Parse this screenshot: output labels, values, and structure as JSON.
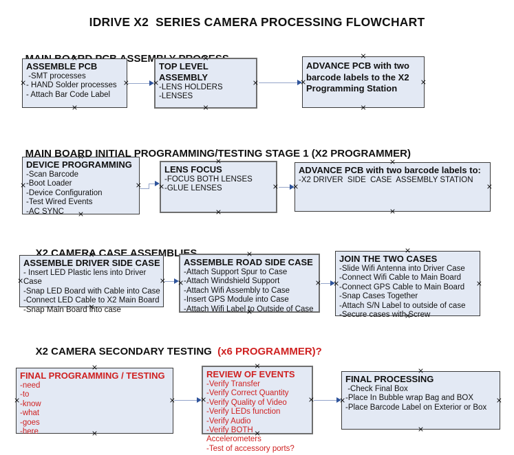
{
  "title": "IDRIVE X2  SERIES CAMERA PROCESSING FLOWCHART",
  "colors": {
    "box_fill": "#e3e9f4",
    "box_border_dark": "#3a3a3a",
    "box_border_gray": "#6e6e6e",
    "red_accent": "#cf2121",
    "arrow_line": "#93a4c9",
    "arrow_head": "#2f549b"
  },
  "sections": [
    {
      "header": "MAIN BOARD PCB ASSEMBLY PROCESS",
      "boxes": [
        {
          "title": "ASSEMBLE PCB",
          "items": [
            " -SMT processes",
            "- HAND Solder processes",
            "- Attach Bar Code Label"
          ]
        },
        {
          "title": "TOP LEVEL ASSEMBLY",
          "items": [
            "-LENS HOLDERS",
            "-LENSES"
          ]
        },
        {
          "title": "ADVANCE PCB with two barcode labels to the X2 Programming Station",
          "items": []
        }
      ]
    },
    {
      "header": "MAIN BOARD INITIAL PROGRAMMING/TESTING STAGE 1 (X2 PROGRAMMER)",
      "boxes": [
        {
          "title": "DEVICE PROGRAMMING",
          "items": [
            "-Scan Barcode",
            "-Boot Loader",
            "-Device Configuration",
            "-Test Wired Events",
            "-AC SYNC"
          ]
        },
        {
          "title": "LENS FOCUS",
          "items": [
            "-FOCUS BOTH LENSES",
            "-GLUE LENSES"
          ]
        },
        {
          "title": "ADVANCE PCB with two barcode labels to:",
          "items": [
            "-X2 DRIVER  SIDE  CASE  ASSEMBLY STATION"
          ]
        }
      ]
    },
    {
      "header": "X2 CAMERA CASE ASSEMBLIES",
      "boxes": [
        {
          "title": "ASSEMBLE DRIVER SIDE CASE",
          "items": [
            "- Insert LED Plastic lens into Driver Case",
            "-Snap LED Board with Cable into Case",
            "-Connect LED Cable to X2 Main Board",
            "-Snap Main Board into case"
          ]
        },
        {
          "title": "ASSEMBLE ROAD SIDE CASE",
          "items": [
            "-Attach Support Spur to Case",
            "-Attach Windshield Support",
            "-Attach Wifi Assembly to Case",
            "-Insert GPS Module into Case",
            "-Attach Wifi Label to Outside of Case"
          ]
        },
        {
          "title": "JOIN THE TWO CASES",
          "items": [
            "-Slide Wifi Antenna into Driver Case",
            "-Connect Wifi Cable to Main Board",
            "-Connect GPS Cable to Main Board",
            "-Snap Cases Together",
            "-Attach S/N Label to outside of case",
            "-Secure cases with Screw"
          ]
        }
      ]
    },
    {
      "header": "X2 CAMERA SECONDARY TESTING  ",
      "header_red": "(x6 PROGRAMMER)?",
      "boxes": [
        {
          "title": "FINAL PROGRAMMING / TESTING",
          "items": [
            "-need",
            "-to",
            "-know",
            "-what",
            "-goes",
            "-here"
          ]
        },
        {
          "title": "REVIEW OF EVENTS",
          "items": [
            "-Verify Transfer",
            "-Verify Correct Quantity",
            "-Verify Quality of Video",
            "-Verify LEDs function",
            "-Verify Audio",
            "-Verify BOTH Accelerometers",
            "-Test of accessory ports?"
          ]
        },
        {
          "title": "FINAL PROCESSING",
          "items": [
            " -Check Final Box",
            "-Place In Bubble wrap Bag and BOX",
            "-Place Barcode Label on Exterior or Box"
          ]
        }
      ]
    }
  ]
}
